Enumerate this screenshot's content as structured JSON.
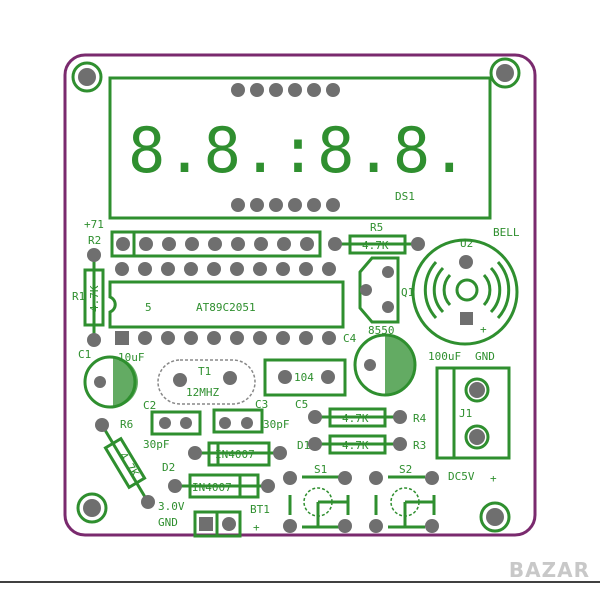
{
  "board": {
    "display": {
      "digits": "8.8.:8.8.",
      "ref": "DS1"
    },
    "header": {
      "ref_top": "+71",
      "ref": "R2"
    },
    "r5": {
      "ref": "R5",
      "value": "4.7K"
    },
    "r1": {
      "ref": "R1",
      "value": "4.7K"
    },
    "ic": {
      "part": "AT89C2051",
      "mark": "5"
    },
    "q1": {
      "ref": "Q1",
      "part": "8550"
    },
    "buzzer": {
      "ref": "U2",
      "label": "BELL",
      "polarity": "+"
    },
    "c4": {
      "ref": "C4",
      "value": "100uF",
      "gnd": "GND"
    },
    "c1": {
      "ref": "C1",
      "value": "10uF"
    },
    "t1": {
      "ref": "T1",
      "value": "12MHZ"
    },
    "cap104": {
      "value": "104"
    },
    "c2": {
      "ref": "C2",
      "value": "30pF"
    },
    "c3": {
      "ref": "C3",
      "value": "30pF"
    },
    "c5": {
      "ref": "C5"
    },
    "r4": {
      "ref": "R4",
      "value": "4.7K"
    },
    "r3": {
      "ref": "R3",
      "value": "4.7K"
    },
    "d1": {
      "ref": "D1",
      "part": "IN4007"
    },
    "d2": {
      "ref": "D2",
      "part": "IN4007"
    },
    "r6": {
      "ref": "R6",
      "value": "4.7K"
    },
    "bt1": {
      "ref": "BT1",
      "voltage": "3.0V",
      "gnd": "GND",
      "polarity": "+"
    },
    "s1": {
      "ref": "S1"
    },
    "s2": {
      "ref": "S2"
    },
    "j1": {
      "ref": "J1",
      "supply": "DC5V",
      "polarity": "+"
    }
  },
  "watermark": "BAZAR",
  "colors": {
    "silkscreen": "#2f8f2f",
    "outline": "#7a2a6e",
    "pad": "#6f6f6f"
  }
}
